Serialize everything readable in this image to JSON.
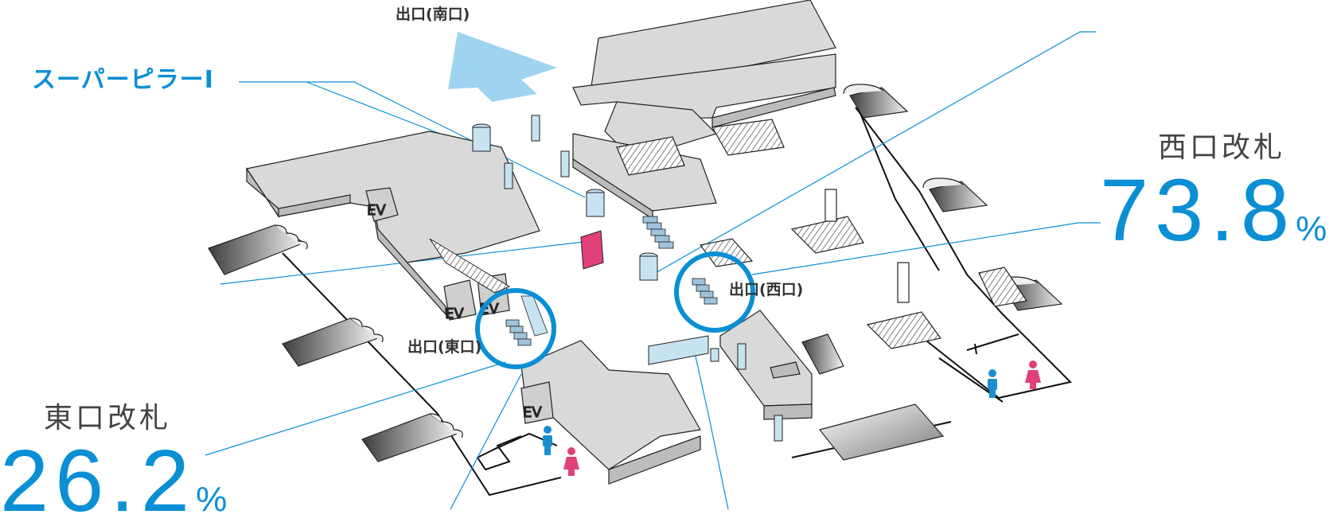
{
  "labels": {
    "exit_south": "出口(南口)",
    "exit_west": "出口(西口)",
    "exit_east": "出口(東口)",
    "super_pillar": "スーパーピラーⅠ",
    "ev": "EV"
  },
  "gates": {
    "west": {
      "name": "西口改札",
      "value": "73.8",
      "unit": "%"
    },
    "east": {
      "name": "東口改札",
      "value": "26.2",
      "unit": "%"
    }
  },
  "colors": {
    "accent": "#0a8fd4",
    "floor": "#d9d9d9",
    "arrow": "#9fd4f0",
    "pillar": "#c7e3f2",
    "red_pillar": "#e0417a",
    "female": "#e0417a",
    "male": "#1a8fd0"
  },
  "icons": [
    "arrow-icon",
    "male-icon",
    "female-icon",
    "escalator-icon",
    "stairs-icon"
  ]
}
